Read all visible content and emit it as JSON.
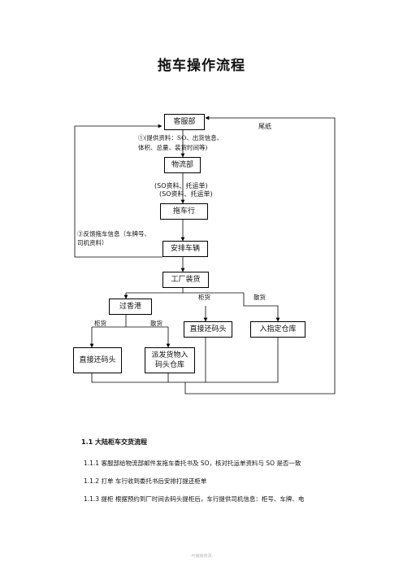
{
  "title": "拖车操作流程",
  "flowchart": {
    "nodes": {
      "customer_service": "客服部",
      "logistics": "物流部",
      "trailer_company": "拖车行",
      "arrange_vehicle": "安排车辆",
      "factory_loading": "工厂装货",
      "via_hong_kong": "过香港",
      "direct_to_dock_mid": "直接还码头",
      "to_designated_warehouse": "入指定仓库",
      "direct_to_dock_left": "直接还码头",
      "dispatch_to_dock_warehouse": "派发货物入码头仓库"
    },
    "labels": {
      "provide_info": "①(提供资料：SO、出货信息、体积、总量、装货时间等)",
      "so_docs_1": "(SO资料、托运单)",
      "so_docs_2": "(SO资料、托运单)",
      "feedback": "③反馈拖车信息（车牌号、司机资料）",
      "final_paper": "尾纸",
      "container_right": "柜货",
      "bulk_right": "散货",
      "container_left": "柜货",
      "bulk_left": "散货"
    }
  },
  "section": {
    "heading": "1.1 大陆柜车交货流程",
    "items": [
      "1.1.1  客服部给物流部邮件发拖车委托书及 SO，核对托运单资料与 SO 是否一致",
      "1.1.2  打单    车行收到委托书后安排打提还柜单",
      "1.1.3  提柜    根据预约到厂时间去码头提柜后，车行提供司机信息：柜号、车牌、电"
    ]
  },
  "footer": "-可编辑修改-"
}
